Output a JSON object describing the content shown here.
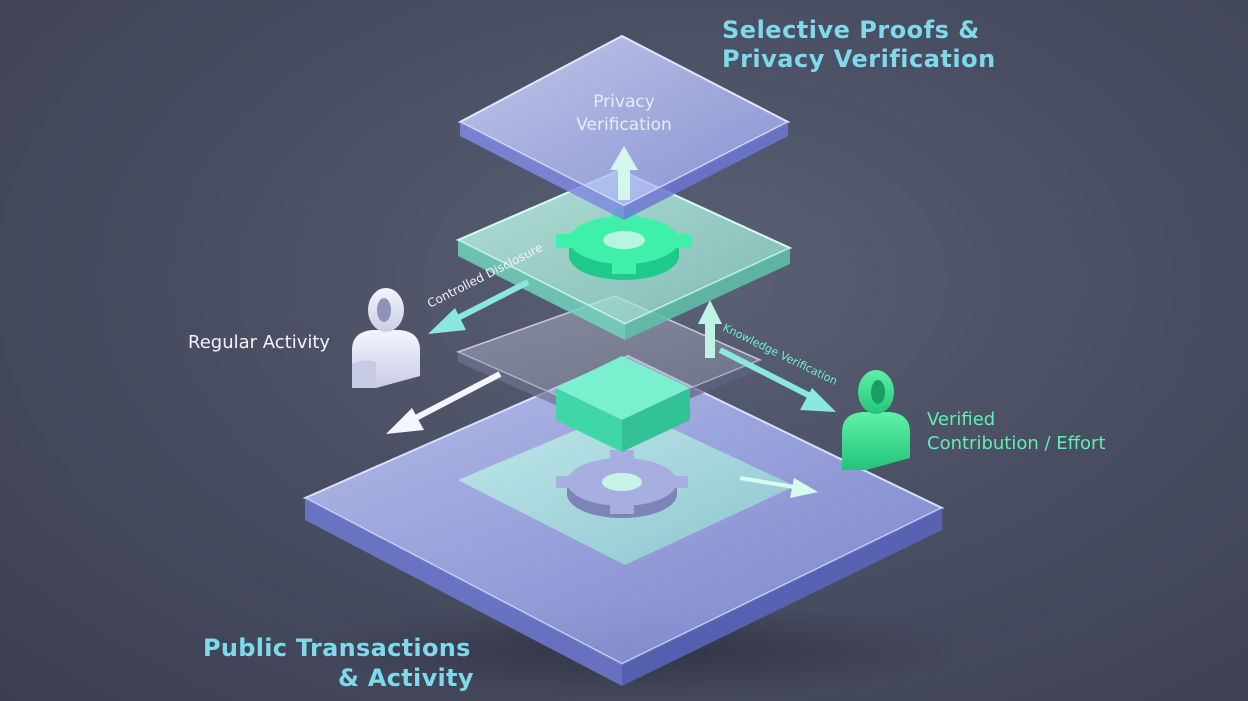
{
  "titles": {
    "top_line1": "Selective Proofs &",
    "top_line2": "Privacy Verification",
    "bottom_line1": "Public Transactions",
    "bottom_line2": "& Activity"
  },
  "labels": {
    "regular_activity": "Regular Activity",
    "verified_line1": "Verified",
    "verified_line2": "Contribution / Effort",
    "privacy_line1": "Privacy",
    "privacy_line2": "Verification",
    "controlled_disclosure": "Controlled Disclosure",
    "verification": "Knowledge Verification"
  },
  "colors": {
    "accent_cyan": "#7fd9ec",
    "accent_green": "#3fe29a",
    "layer_blue": "#9aa8ff",
    "layer_teal": "#8ff0d6"
  },
  "icons": {
    "top_gear": "gear-icon",
    "bottom_gear": "gear-icon",
    "user_left": "user-icon",
    "user_right": "user-icon"
  }
}
